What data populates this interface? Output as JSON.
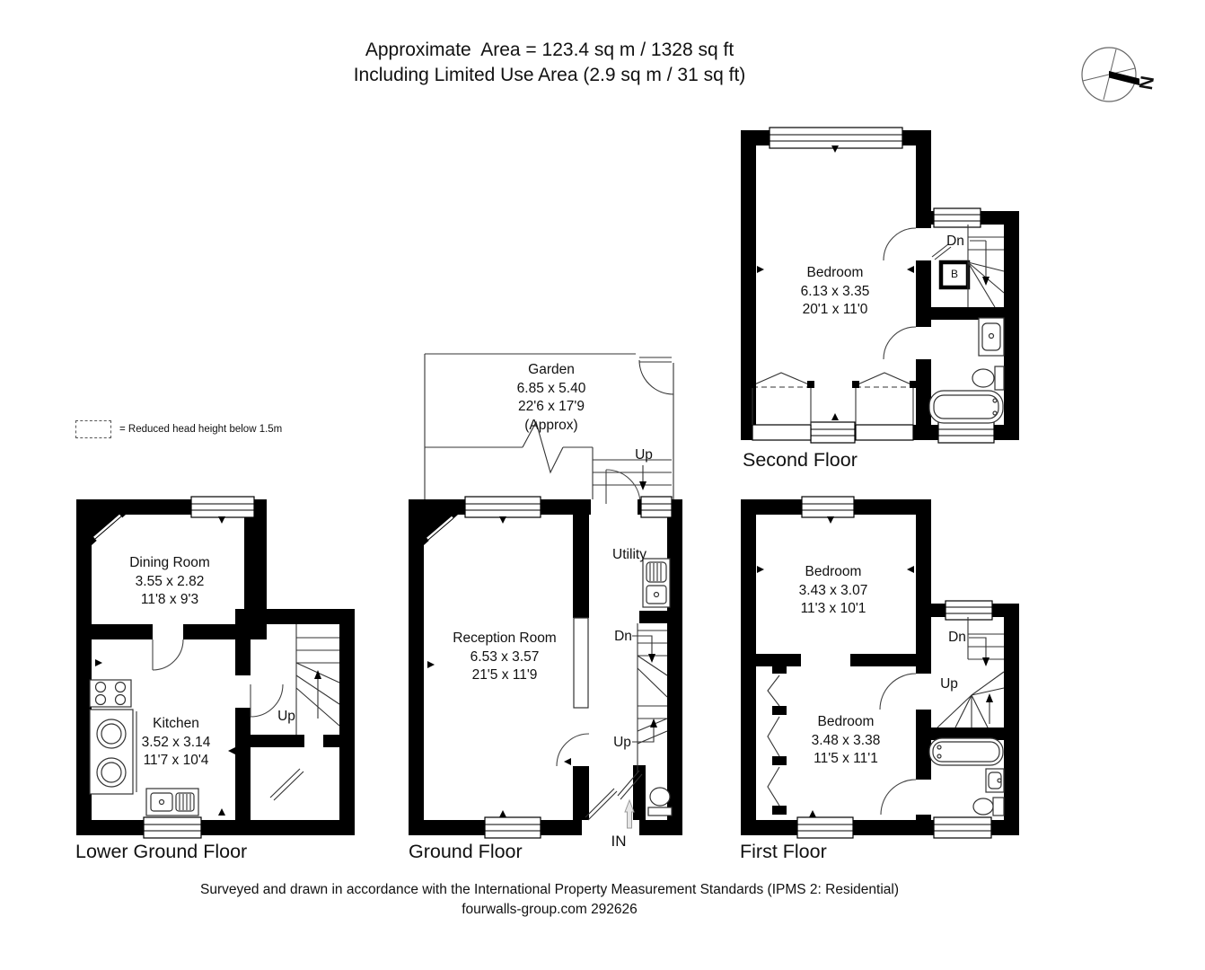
{
  "title": {
    "line1": "Approximate  Area = 123.4 sq m / 1328 sq ft",
    "line2": "Including Limited Use Area (2.9 sq m / 31 sq ft)"
  },
  "compass": {
    "north_label": "N"
  },
  "legend": {
    "label": "= Reduced head height below 1.5m"
  },
  "floors": {
    "lower_ground": {
      "label": "Lower Ground Floor",
      "dining_room": {
        "name": "Dining Room",
        "metric": "3.55 x 2.82",
        "imperial": "11'8 x 9'3"
      },
      "kitchen": {
        "name": "Kitchen",
        "metric": "3.52 x 3.14",
        "imperial": "11'7 x 10'4"
      },
      "stair_up": "Up"
    },
    "ground": {
      "label": "Ground Floor",
      "garden": {
        "name": "Garden",
        "metric": "6.85 x 5.40",
        "imperial": "22'6 x 17'9",
        "qualifier": "(Approx)",
        "steps_up": "Up"
      },
      "reception_room": {
        "name": "Reception Room",
        "metric": "6.53 x 3.57",
        "imperial": "21'5 x 11'9"
      },
      "utility": {
        "name": "Utility"
      },
      "stair_dn": "Dn",
      "stair_up": "Up",
      "entrance": "IN"
    },
    "first": {
      "label": "First Floor",
      "bedroom_front": {
        "name": "Bedroom",
        "metric": "3.43 x 3.07",
        "imperial": "11'3 x 10'1"
      },
      "bedroom_back": {
        "name": "Bedroom",
        "metric": "3.48 x 3.38",
        "imperial": "11'5 x 11'1"
      },
      "stair_dn": "Dn",
      "stair_up": "Up"
    },
    "second": {
      "label": "Second Floor",
      "bedroom": {
        "name": "Bedroom",
        "metric": "6.13 x 3.35",
        "imperial": "20'1 x 11'0"
      },
      "stair_dn": "Dn",
      "boiler": "B"
    }
  },
  "footer": {
    "line1": "Surveyed and drawn in accordance with the International Property Measurement Standards (IPMS 2: Residential)",
    "line2": "fourwalls-group.com 292626"
  }
}
